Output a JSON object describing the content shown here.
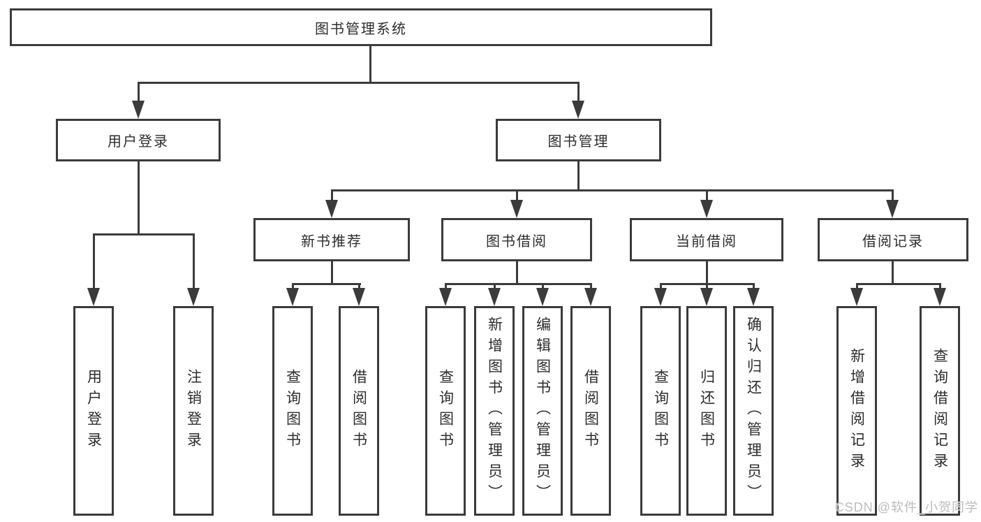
{
  "diagram_type": "hierarchy",
  "colors": {
    "line": "#3b3b3b",
    "border": "#3b3b3b",
    "text": "#2d2d2d",
    "background": "#ffffff",
    "watermark": "#bcbcbc"
  },
  "watermark": {
    "text": "CSDN @软件_小贺同学"
  },
  "tree": {
    "label": "图书管理系统",
    "children": [
      {
        "label": "用户登录",
        "children": [
          {
            "label": "用户登录"
          },
          {
            "label": "注销登录"
          }
        ]
      },
      {
        "label": "图书管理",
        "children": [
          {
            "label": "新书推荐",
            "children": [
              {
                "label": "查询图书"
              },
              {
                "label": "借阅图书"
              }
            ]
          },
          {
            "label": "图书借阅",
            "children": [
              {
                "label": "查询图书"
              },
              {
                "label": "新增图书（管理员）"
              },
              {
                "label": "编辑图书（管理员）"
              },
              {
                "label": "借阅图书"
              }
            ]
          },
          {
            "label": "当前借阅",
            "children": [
              {
                "label": "查询图书"
              },
              {
                "label": "归还图书"
              },
              {
                "label": "确认归还（管理员）"
              }
            ]
          },
          {
            "label": "借阅记录",
            "children": [
              {
                "label": "新增借阅记录"
              },
              {
                "label": "查询借阅记录"
              }
            ]
          }
        ]
      }
    ]
  }
}
